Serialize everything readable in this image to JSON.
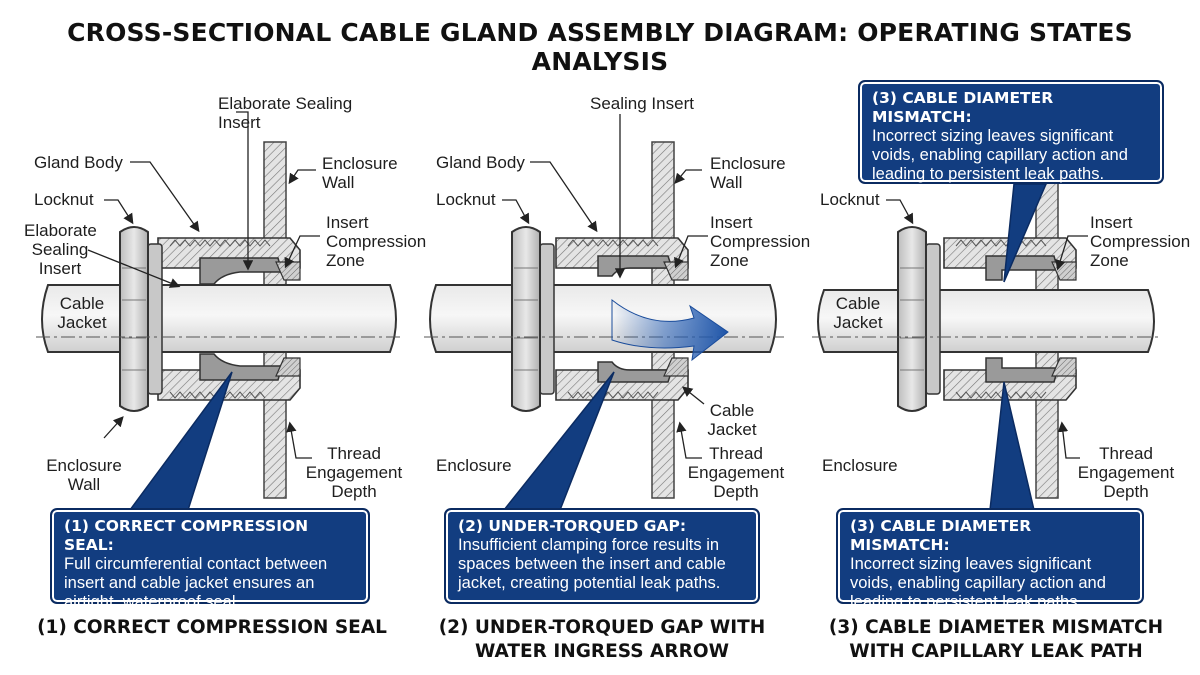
{
  "title": "CROSS-SECTIONAL CABLE GLAND ASSEMBLY DIAGRAM: OPERATING STATES ANALYSIS",
  "colors": {
    "callout_bg": "#123d80",
    "water_arrow": "#2b63b8",
    "metal": "#d6d6d6",
    "insert": "#9a9a9a"
  },
  "panels": [
    {
      "labels": {
        "insert_top": "Elaborate Sealing\nInsert",
        "gland_body": "Gland Body",
        "locknut": "Locknut",
        "insert_left": "Elaborate\nSealing\nInsert",
        "enclosure_wall": "Enclosure\nWall",
        "compression_zone": "Insert\nCompression\nZone",
        "cable_jacket": "Cable\nJacket",
        "enclosure_bottom": "Enclosure\nWall",
        "thread_depth": "Thread\nEngagement\nDepth"
      },
      "callout": {
        "heading": "(1) CORRECT COMPRESSION SEAL:",
        "body": "Full circumferential contact between\ninsert and cable jacket ensures an\nairtight, waterproof seal."
      },
      "caption": "(1) CORRECT COMPRESSION SEAL"
    },
    {
      "labels": {
        "insert_top": "Sealing Insert",
        "gland_body": "Gland Body",
        "locknut": "Locknut",
        "enclosure_wall": "Enclosure\nWall",
        "compression_zone": "Insert\nCompression\nZone",
        "cable_jacket": "Cable\nJacket",
        "enclosure_bottom": "Enclosure",
        "thread_depth": "Thread\nEngagement\nDepth"
      },
      "callout": {
        "heading": "(2) UNDER-TORQUED GAP:",
        "body": "Insufficient clamping force results in\nspaces between the insert and cable\njacket, creating potential leak paths."
      },
      "caption": "(2) UNDER-TORQUED GAP WITH\nWATER INGRESS ARROW"
    },
    {
      "labels": {
        "locknut": "Locknut",
        "compression_zone": "Insert\nCompression\nZone",
        "cable_jacket": "Cable\nJacket",
        "enclosure_bottom": "Enclosure",
        "thread_depth": "Thread\nEngagement\nDepth"
      },
      "callout_top": {
        "heading": "(3) CABLE DIAMETER MISMATCH:",
        "body": "Incorrect sizing leaves significant\nvoids, enabling capillary action and\nleading to persistent leak paths."
      },
      "callout": {
        "heading": "(3) CABLE DIAMETER MISMATCH:",
        "body": "Incorrect sizing leaves significant\nvoids, enabling capillary action and\nleading to persistent leak paths."
      },
      "caption": "(3) CABLE DIAMETER MISMATCH\nWITH CAPILLARY LEAK PATH"
    }
  ]
}
